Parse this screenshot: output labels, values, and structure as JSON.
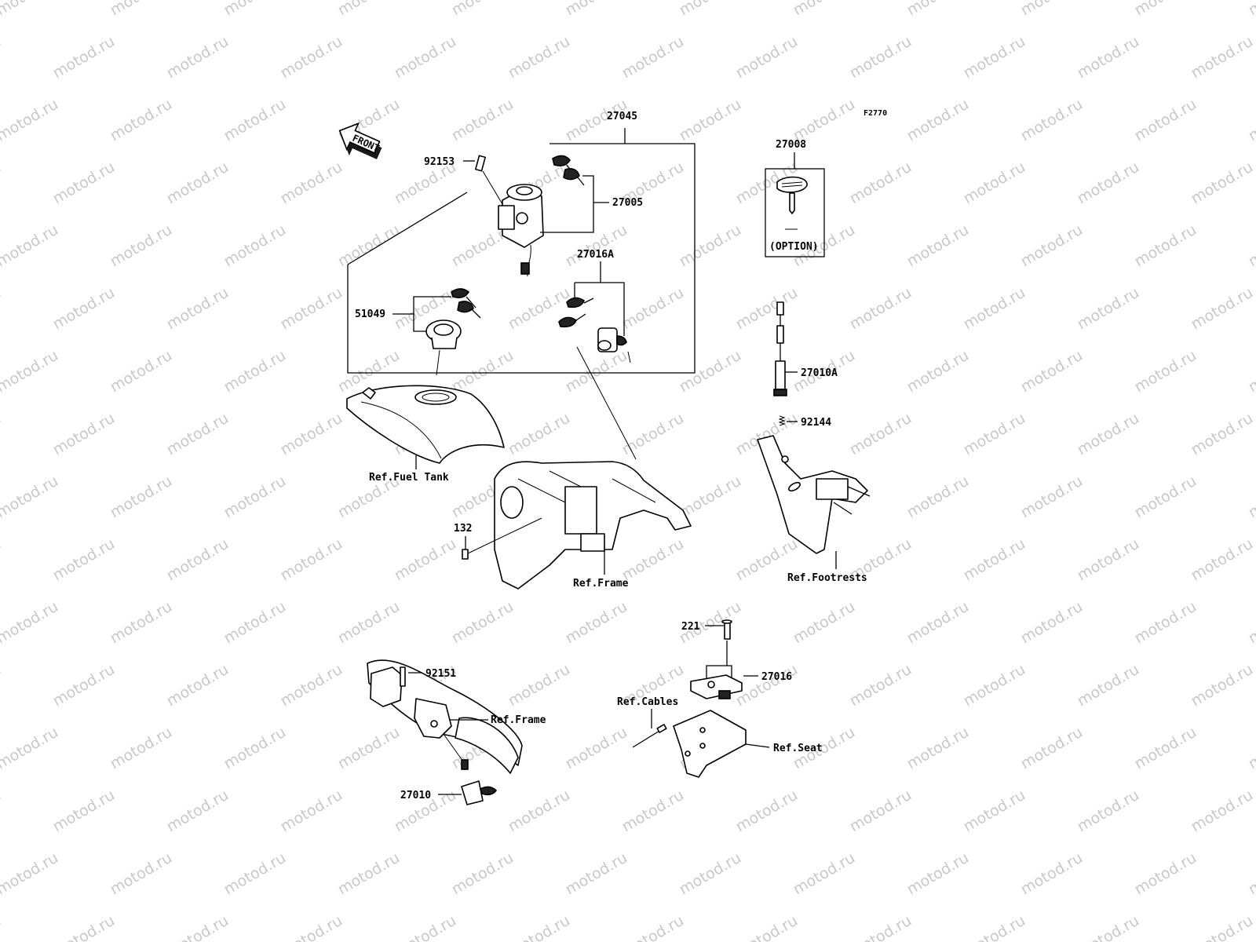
{
  "watermark": "motod.ru",
  "figure_code": "F2770",
  "front_label": "FRONT",
  "labels": {
    "p27045": "27045",
    "p92153": "92153",
    "p27005": "27005",
    "p27016A": "27016A",
    "p51049": "51049",
    "p27008": "27008",
    "option": "(OPTION)",
    "p27010A": "27010A",
    "p92144": "92144",
    "ref_fuel_tank": "Ref.Fuel Tank",
    "p132": "132",
    "ref_frame_1": "Ref.Frame",
    "ref_footrests": "Ref.Footrests",
    "p221": "221",
    "p92151": "92151",
    "ref_frame_2": "Ref.Frame",
    "p27016": "27016",
    "ref_cables": "Ref.Cables",
    "ref_seat": "Ref.Seat",
    "p27010": "27010"
  }
}
